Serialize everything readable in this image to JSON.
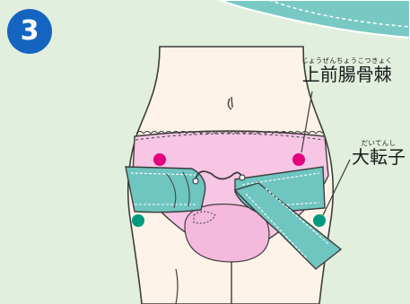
{
  "step": {
    "number": "3",
    "color": "#1565c0"
  },
  "labels": {
    "anterior_superior_iliac_spine": {
      "ruby": "じょうぜんちょうこつきょく",
      "text": "上前腸骨棘"
    },
    "greater_trochanter": {
      "ruby": "だいてんし",
      "text": "大転子"
    }
  },
  "colors": {
    "background": "#e2efde",
    "skin": "#fdf3e8",
    "underwear": "#f6c6e4",
    "belt": "#6fc5c0",
    "asis_marker": "#e5007f",
    "trochanter_marker": "#009a80"
  }
}
